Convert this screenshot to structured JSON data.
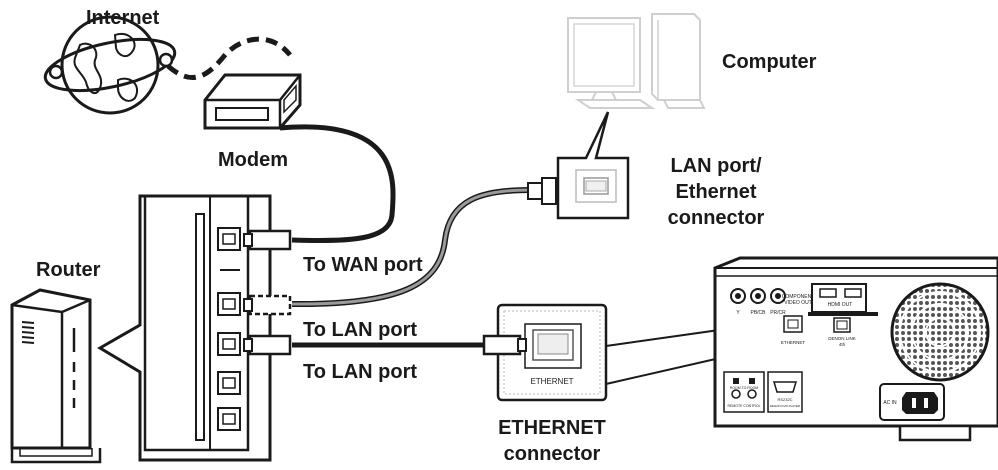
{
  "labels": {
    "internet": "Internet",
    "modem": "Modem",
    "computer": "Computer",
    "lan_ethernet_line1": "LAN port/",
    "lan_ethernet_line2": "Ethernet",
    "lan_ethernet_line3": "connector",
    "router": "Router",
    "to_wan_port": "To WAN port",
    "to_lan_port_1": "To LAN port",
    "to_lan_port_2": "To LAN port",
    "ethernet_connector_line1": "ETHERNET",
    "ethernet_connector_line2": "connector"
  },
  "panel_text": {
    "ethernet_inset": "ETHERNET",
    "component_video_out_line1": "COMPONENT",
    "component_video_out_line2": "VIDEO OUT",
    "y": "Y",
    "pb_cb": "PB/CB",
    "pr_cr": "PR/CR",
    "hdmi_out": "HDMI OUT",
    "ethernet_small": "ETHERNET",
    "denon_link_line1": "DENON LINK",
    "denon_link_line2": "4th",
    "room_to_room": "ROOM TO ROOM",
    "remote_control": "REMOTE CONTROL",
    "rs232c_line1": "RS232C",
    "rs232c_line2": "DENON DVD PLAYER",
    "ac_in": "AC IN"
  },
  "colors": {
    "ink": "#1a1a1a",
    "computer_gray": "#d0d0d0",
    "cable_gray": "#8a8a8a"
  }
}
